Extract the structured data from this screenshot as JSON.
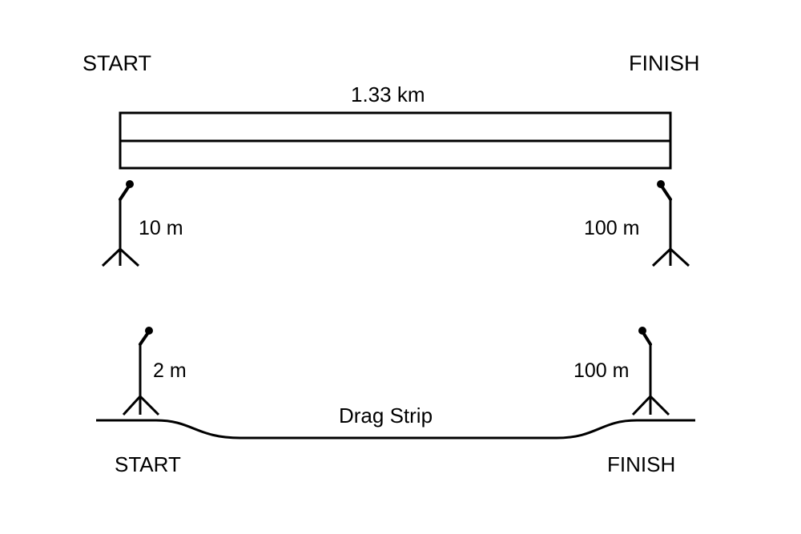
{
  "top": {
    "start_label": "START",
    "finish_label": "FINISH",
    "length_label": "1.33 km",
    "mic_start_label": "10 m",
    "mic_finish_label": "100 m"
  },
  "bottom": {
    "start_label": "START",
    "finish_label": "FINISH",
    "track_label": "Drag Strip",
    "mic_start_label": "2 m",
    "mic_finish_label": "100 m"
  },
  "colors": {
    "stroke": "#000000",
    "background": "#ffffff"
  }
}
